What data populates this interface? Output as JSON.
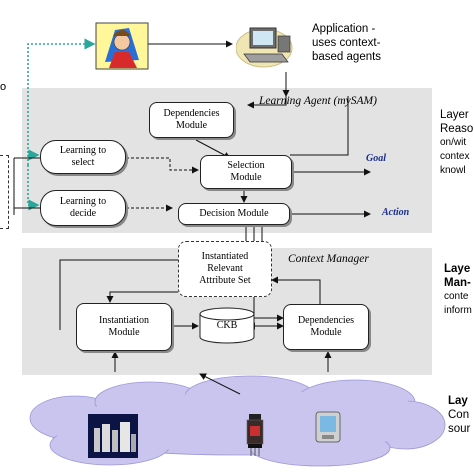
{
  "application": {
    "title": "Application -",
    "line2": "uses context-",
    "line3": "based agents"
  },
  "learning_agent": {
    "title": "Learning Agent (mySAM)"
  },
  "context_manager": {
    "title": "Context Manager"
  },
  "boxes": {
    "dependencies_top": [
      "Dependencies",
      "Module"
    ],
    "selection": [
      "Selection",
      "Module"
    ],
    "learning_select": [
      "Learning to",
      "select"
    ],
    "learning_decide": [
      "Learning to",
      "decide"
    ],
    "decision": "Decision Module",
    "instantiated": [
      "Instantiated",
      "Relevant",
      "Attribute Set"
    ],
    "instantiation": [
      "Instantiation",
      "Module"
    ],
    "ckb": "CKB",
    "dependencies_bottom": [
      "Dependencies",
      "Module"
    ]
  },
  "tags": {
    "goal": "Goal",
    "action": "Action"
  },
  "left_clip": {
    "top": "o"
  },
  "right_labels": {
    "layer1": [
      "Layer",
      "Reaso",
      "on/wit",
      "contex",
      "knowl"
    ],
    "layer2": [
      "Laye",
      "Man-",
      "conte",
      "inform"
    ],
    "layer3": [
      "Lay",
      "Con",
      "sour"
    ]
  },
  "colors": {
    "panel": "#e3e3e3",
    "cloud": "#c9c5ee",
    "dotted_link": "#2aa69a",
    "tag_text": "#1a2f8a"
  }
}
